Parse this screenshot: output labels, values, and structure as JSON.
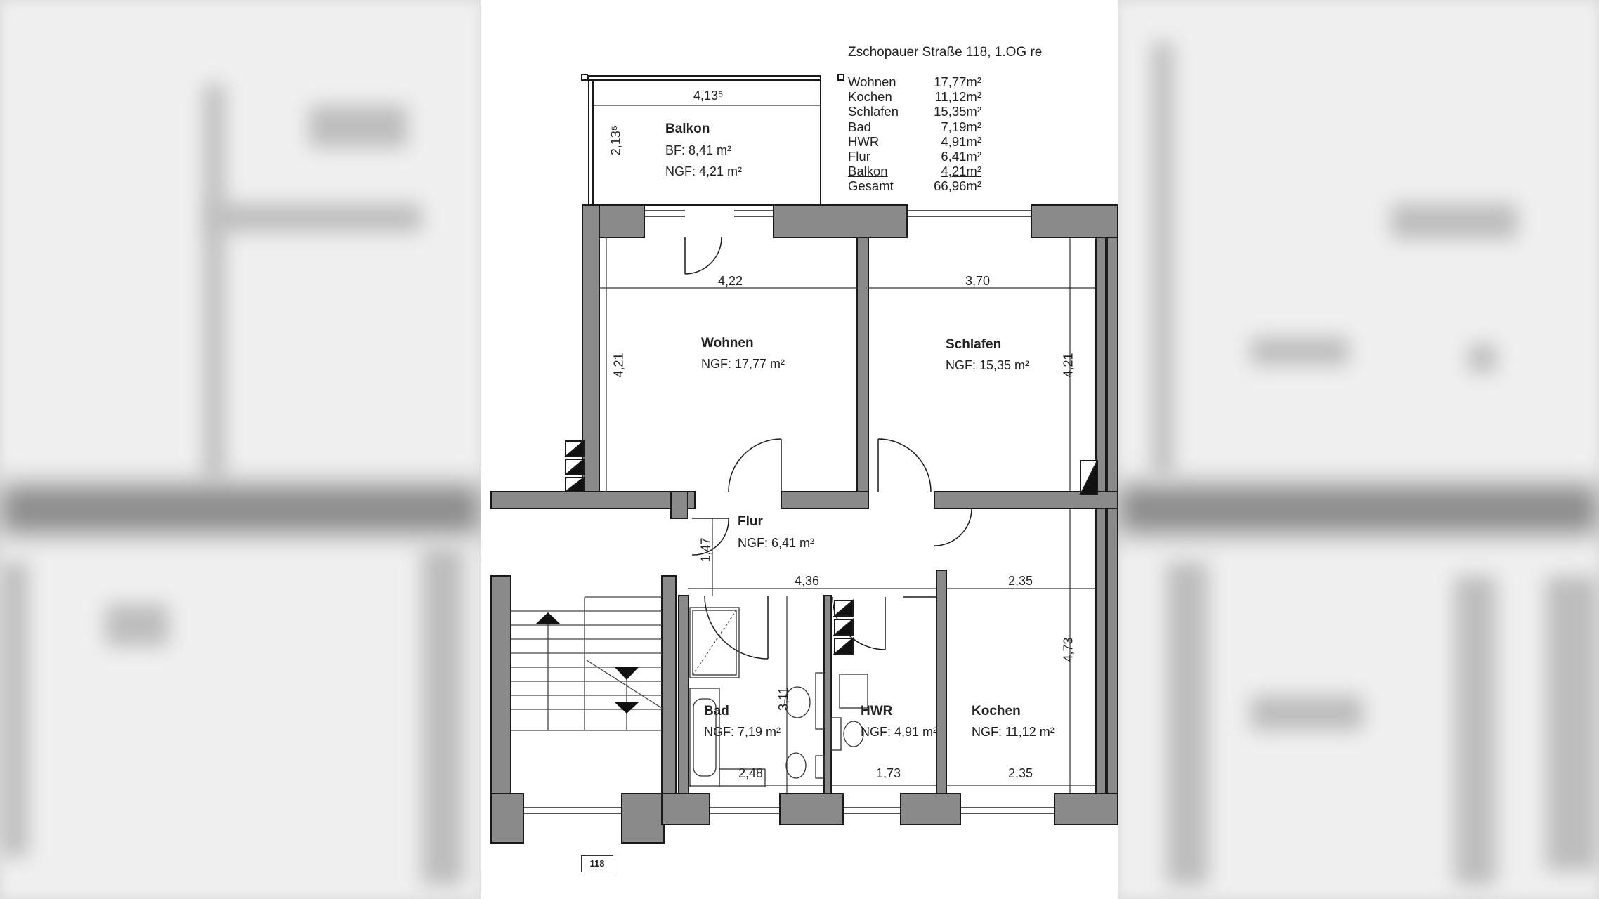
{
  "header": {
    "address": "Zschopauer Straße 118, 1.OG re"
  },
  "area_summary": [
    {
      "room": "Wohnen",
      "area": "17,77m²"
    },
    {
      "room": "Kochen",
      "area": "11,12m²"
    },
    {
      "room": "Schlafen",
      "area": "15,35m²"
    },
    {
      "room": "Bad",
      "area": "7,19m²"
    },
    {
      "room": "HWR",
      "area": "4,91m²"
    },
    {
      "room": "Flur",
      "area": "6,41m²"
    },
    {
      "room": "Balkon",
      "area": "4,21m²"
    },
    {
      "room": "Gesamt",
      "area": "66,96m²"
    }
  ],
  "rooms": {
    "balkon": {
      "name": "Balkon",
      "bf": "BF:   8,41 m²",
      "ngf": "NGF: 4,21 m²"
    },
    "wohnen": {
      "name": "Wohnen",
      "ngf": "NGF: 17,77 m²"
    },
    "schlafen": {
      "name": "Schlafen",
      "ngf": "NGF: 15,35 m²"
    },
    "flur": {
      "name": "Flur",
      "ngf": "NGF: 6,41 m²"
    },
    "bad": {
      "name": "Bad",
      "ngf": "NGF: 7,19 m²"
    },
    "hwr": {
      "name": "HWR",
      "ngf": "NGF: 4,91 m²"
    },
    "kochen": {
      "name": "Kochen",
      "ngf": "NGF: 11,12 m²"
    }
  },
  "dimensions": {
    "balkon_width": "4,13⁵",
    "balkon_depth": "2,13⁵",
    "wohnen_width": "4,22",
    "wohnen_depth": "4,21",
    "schlafen_width": "3,70",
    "schlafen_depth": "4,21",
    "flur_depth": "1,47",
    "flur_width": "4,36",
    "kochen_width_top": "2,35",
    "kochen_depth": "4,73",
    "bad_depth": "3,11",
    "bad_width": "2,48",
    "hwr_width": "1,73",
    "kochen_width_bottom": "2,35"
  },
  "house_number": "118"
}
